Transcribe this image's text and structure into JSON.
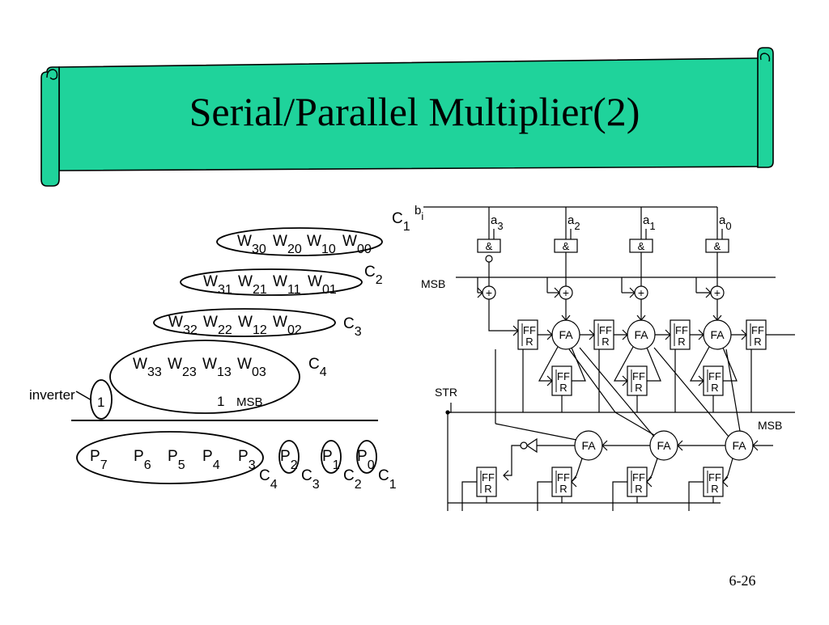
{
  "slide": {
    "title": "Serial/Parallel Multiplier(2)",
    "page_number": "6-26",
    "colors": {
      "banner_fill": "#1fd39b",
      "line": "#000000",
      "background": "#ffffff"
    }
  },
  "partial_products": {
    "rows": [
      {
        "carry": "C",
        "carry_sub": "1",
        "terms": [
          [
            "W",
            "30"
          ],
          [
            "W",
            "20"
          ],
          [
            "W",
            "10"
          ],
          [
            "W",
            "00"
          ]
        ]
      },
      {
        "carry": "C",
        "carry_sub": "2",
        "terms": [
          [
            "W",
            "31"
          ],
          [
            "W",
            "21"
          ],
          [
            "W",
            "11"
          ],
          [
            "W",
            "01"
          ]
        ]
      },
      {
        "carry": "C",
        "carry_sub": "3",
        "terms": [
          [
            "W",
            "32"
          ],
          [
            "W",
            "22"
          ],
          [
            "W",
            "12"
          ],
          [
            "W",
            "02"
          ]
        ]
      },
      {
        "carry": "C",
        "carry_sub": "4",
        "terms": [
          [
            "W",
            "33"
          ],
          [
            "W",
            "23"
          ],
          [
            "W",
            "13"
          ],
          [
            "W",
            "03"
          ]
        ]
      }
    ],
    "inverter_label": "inverter",
    "inverter_value": "1",
    "row4_extra_one": "1",
    "row4_msb": "MSB",
    "products": [
      [
        "P",
        "7"
      ],
      [
        "P",
        "6"
      ],
      [
        "P",
        "5"
      ],
      [
        "P",
        "4"
      ],
      [
        "P",
        "3"
      ],
      [
        "P",
        "2"
      ],
      [
        "P",
        "1"
      ],
      [
        "P",
        "0"
      ]
    ],
    "product_carries": [
      [
        "C",
        "4"
      ],
      [
        "C",
        "3"
      ],
      [
        "C",
        "2"
      ],
      [
        "C",
        "1"
      ]
    ]
  },
  "circuit": {
    "serial_input": {
      "main": "b",
      "sub": "i"
    },
    "a_inputs": [
      [
        "a",
        "3"
      ],
      [
        "a",
        "2"
      ],
      [
        "a",
        "1"
      ],
      [
        "a",
        "0"
      ]
    ],
    "and_label": "&",
    "xor_label": "+",
    "msb_label": "MSB",
    "msb_label_bottom": "MSB",
    "str_label": "STR",
    "ff_label_top": "FF",
    "ff_label_bottom": "R",
    "fa_label": "FA"
  }
}
